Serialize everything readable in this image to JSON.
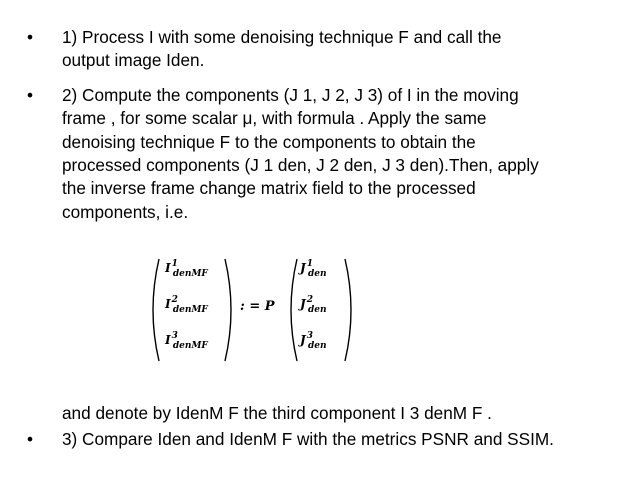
{
  "bullet_char": "•",
  "items": [
    {
      "lines": [
        "1) Process I with some denoising technique F and call the",
        "output image Iden."
      ]
    },
    {
      "lines": [
        "2) Compute the components (J 1, J 2, J 3) of I in the moving",
        "frame , for some scalar μ, with formula . Apply the same",
        "denoising technique F to the components to obtain the",
        "processed components (J 1 den, J 2 den, J 3 den).Then, apply",
        "the inverse frame change matrix field to the processed",
        "components, i.e."
      ]
    },
    {
      "lines": [
        "3) Compare Iden and IdenM F with the metrics PSNR and SSIM."
      ]
    }
  ],
  "continuation": "and denote by IdenM F the third component I 3 denM F .",
  "equation": {
    "lhs": [
      {
        "base": "I",
        "sup": "1",
        "sub": "denMF"
      },
      {
        "base": "I",
        "sup": "2",
        "sub": "denMF"
      },
      {
        "base": "I",
        "sup": "3",
        "sub": "denMF"
      }
    ],
    "operator": ": = P",
    "rhs": [
      {
        "base": "J",
        "sup": "1",
        "sub": "den"
      },
      {
        "base": "J",
        "sup": "2",
        "sub": "den"
      },
      {
        "base": "J",
        "sup": "3",
        "sub": "den"
      }
    ]
  }
}
